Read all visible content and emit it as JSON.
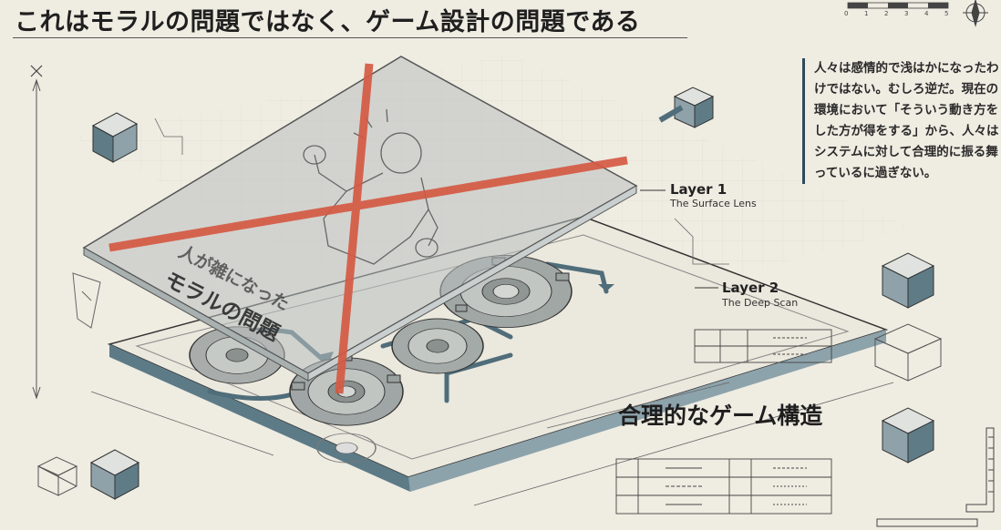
{
  "title": "これはモラルの問題ではなく、ゲーム設計の問題である",
  "body_text": "人々は感情的で浅はかになったわけではない。むしろ逆だ。現在の環境において「そういう動き方をした方が得をする」から、人々はシステムに対して合理的に振る舞っているに過ぎない。",
  "layer1": {
    "name": "Layer 1",
    "subtitle": "The Surface Lens"
  },
  "layer2": {
    "name": "Layer 2",
    "subtitle": "The Deep Scan"
  },
  "surface_text": {
    "line1": "人が雑になった",
    "line2": "モラルの問題"
  },
  "game_label": "合理的なゲーム構造",
  "scale_ticks": [
    "0",
    "1",
    "2",
    "3",
    "4",
    "5"
  ],
  "colors": {
    "background": "#efece2",
    "cross": "#d55a44",
    "steel": "#4f6d7a",
    "gear": "#9fa6a5",
    "ink": "#2a2a2a"
  },
  "icons": [
    "compass-icon",
    "scale-bar-icon",
    "close-icon",
    "cube-icon"
  ]
}
